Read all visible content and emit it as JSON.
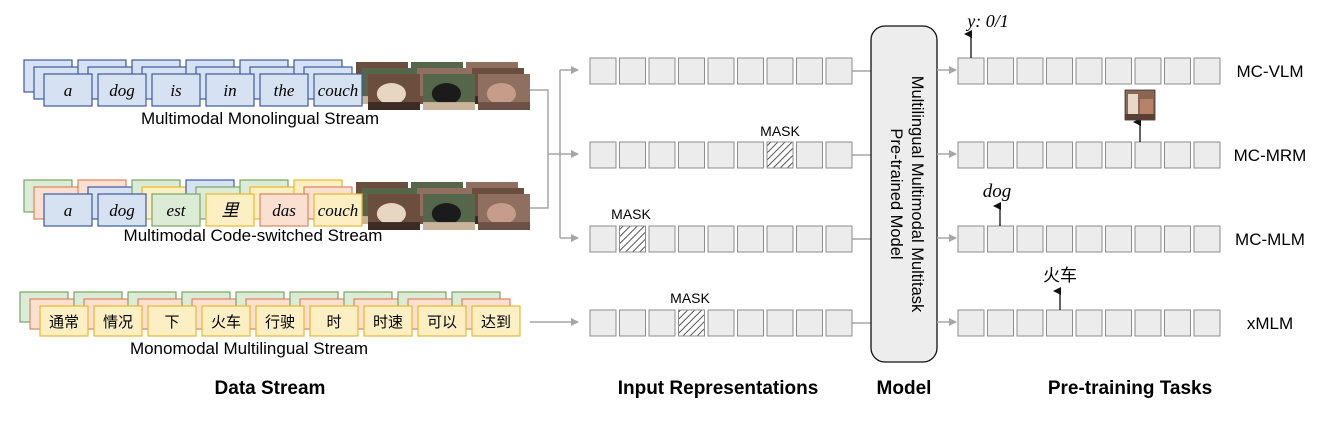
{
  "sections": {
    "data_stream": "Data Stream",
    "input_representations": "Input Representations",
    "model": "Model",
    "pretraining_tasks": "Pre-training Tasks"
  },
  "streams": {
    "monolingual": {
      "label": "Multimodal Monolingual Stream",
      "tokens": [
        "a",
        "dog",
        "is",
        "in",
        "the",
        "couch"
      ]
    },
    "codeswitched": {
      "label": "Multimodal Code-switched Stream",
      "tokens": [
        "a",
        "dog",
        "est",
        "里",
        "das",
        "couch"
      ]
    },
    "multilingual": {
      "label": "Monomodal Multilingual Stream",
      "tokens": [
        "通常",
        "情况",
        "下",
        "火车",
        "行驶",
        "时",
        "时速",
        "可以",
        "达到"
      ]
    }
  },
  "mask_label": "MASK",
  "model": {
    "line1": "Multilingual Multimodal Multitask",
    "line2": "Pre-trained Model"
  },
  "tasks": [
    {
      "name": "MC-VLM",
      "output": "y: 0/1"
    },
    {
      "name": "MC-MRM",
      "output": ""
    },
    {
      "name": "MC-MLM",
      "output": "dog"
    },
    {
      "name": "xMLM",
      "output": "火车"
    }
  ],
  "colors": {
    "blue_fill": "#d6e2f2",
    "blue_border": "#3d5a9e",
    "green_fill": "#dcebd6",
    "green_border": "#78a565",
    "orange_fill": "#fbe0d2",
    "orange_border": "#d9865e",
    "yellow_fill": "#fcefc4",
    "yellow_border": "#e9b830",
    "cell_fill": "#ececec",
    "cell_border": "#8c8c8c",
    "model_fill": "#ededed",
    "arrow": "#a6a6a6"
  }
}
